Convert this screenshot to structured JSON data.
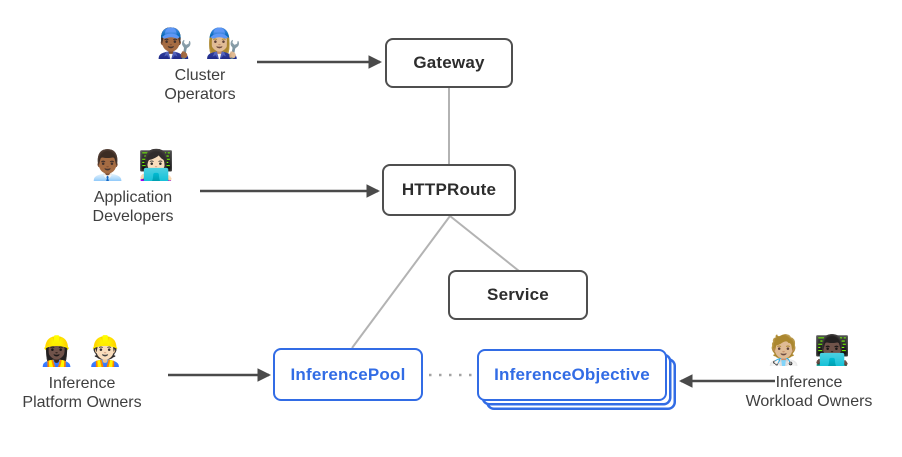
{
  "colors": {
    "resource_accent_blue": "#326ce5",
    "box_border_gray": "#4f4f4f",
    "box_text": "#2d2d2d",
    "arrow_gray": "#4a4a4a",
    "connector_light_gray": "#b3b3b3",
    "dotted_line_gray": "#a3a3a3",
    "persona_text": "#3f3f3f"
  },
  "nodes": {
    "gateway": {
      "label": "Gateway"
    },
    "httproute": {
      "label": "HTTPRoute"
    },
    "service": {
      "label": "Service"
    },
    "inference_pool": {
      "label": "InferencePool"
    },
    "inference_objective": {
      "label": "InferenceObjective"
    }
  },
  "personas": {
    "cluster_operators": {
      "icons": "👨🏾‍🔧 👩🏼‍🔧",
      "line1": "Cluster",
      "line2": "Operators"
    },
    "application_developers": {
      "icons": "👨🏾‍💼 👩🏻‍💻",
      "line1": "Application",
      "line2": "Developers"
    },
    "inference_platform_owners": {
      "icons": "👷🏿‍♀️ 👷🏻",
      "line1": "Inference",
      "line2": "Platform Owners"
    },
    "inference_workload_owners": {
      "icons": "🧑🏼‍⚕️ 👨🏿‍💻",
      "line1": "Inference",
      "line2": "Workload Owners"
    }
  },
  "edges": {
    "gateway_to_httproute": "solid-light-gray",
    "httproute_to_service": "solid-light-gray",
    "httproute_to_inference_pool": "solid-light-gray",
    "inference_pool_to_inference_objective": "dotted-gray",
    "cluster_operators_to_gateway": "arrow",
    "application_developers_to_httproute": "arrow",
    "inference_platform_owners_to_inference_pool": "arrow",
    "inference_workload_owners_to_inference_objective": "arrow"
  }
}
